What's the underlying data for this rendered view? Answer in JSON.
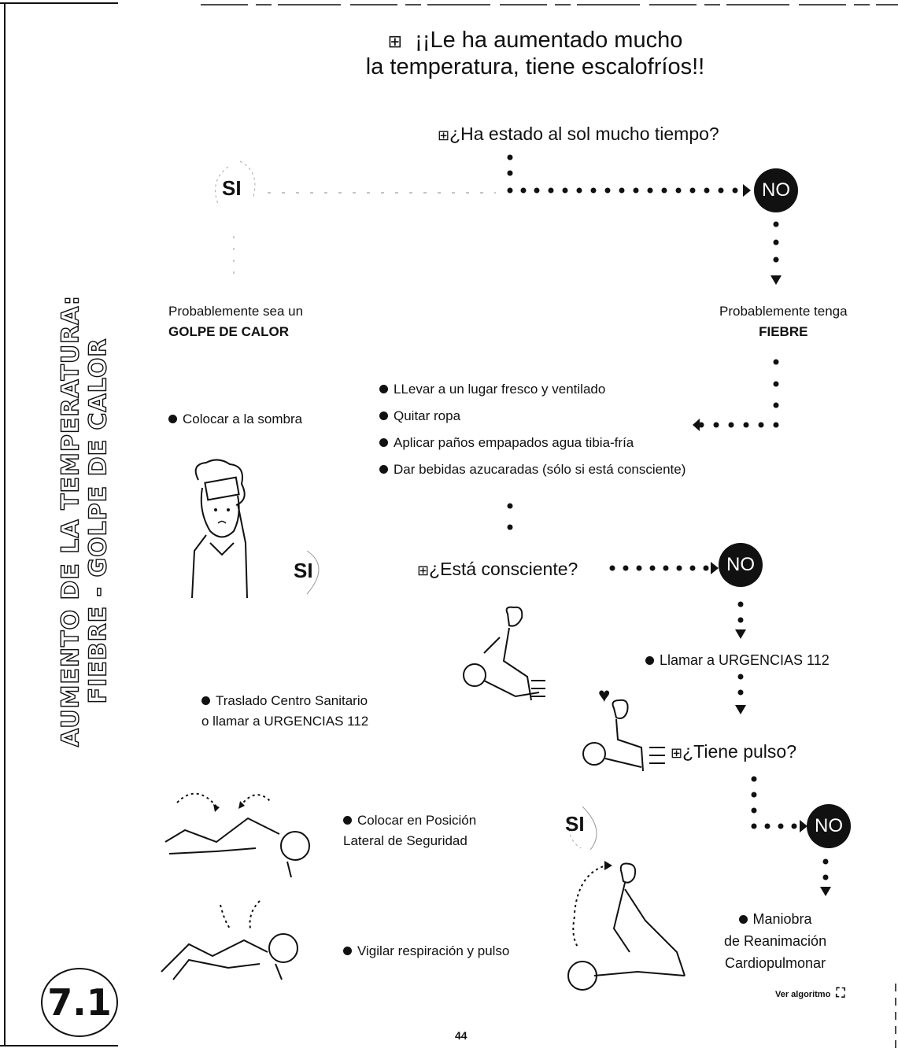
{
  "title": {
    "line1": "¡¡Le ha aumentado mucho",
    "line2": "la temperatura, tiene escalofríos!!"
  },
  "side_title": {
    "line1": "AUMENTO DE LA TEMPERATURA:",
    "line2": "FIEBRE - GOLPE DE CALOR"
  },
  "section_number": "7.1",
  "page_number": "44",
  "q1": {
    "text": "¿Ha estado al sol mucho tiempo?",
    "yes": "SI",
    "no": "NO"
  },
  "left_diagnosis": {
    "line1": "Probablemente sea un",
    "line2": "GOLPE DE CALOR"
  },
  "right_diagnosis": {
    "line1": "Probablemente tenga",
    "line2": "FIEBRE"
  },
  "left_action": "Colocar a la sombra",
  "actions": [
    "LLevar a un lugar fresco y ventilado",
    "Quitar ropa",
    "Aplicar paños empapados agua tibia-fría",
    "Dar bebidas azucaradas (sólo si está consciente)"
  ],
  "q2": {
    "text": "¿Está consciente?",
    "yes": "SI",
    "no": "NO"
  },
  "call_emergency": "Llamar a  URGENCIAS 112",
  "transfer": {
    "line1": "Traslado Centro Sanitario",
    "line2": "o llamar a URGENCIAS 112"
  },
  "q3": {
    "text": "¿Tiene pulso?",
    "yes": "SI",
    "no": "NO"
  },
  "recovery_position": {
    "line1": "Colocar en Posición",
    "line2": "Lateral de Seguridad"
  },
  "monitor": "Vigilar respiración y pulso",
  "cpr": {
    "line1": "Maniobra",
    "line2": "de Reanimación",
    "line3": "Cardiopulmonar"
  },
  "see_algorithm": "Ver algoritmo",
  "icons": [
    "warning-icon",
    "person-forehead-icon",
    "check-responsiveness-icon",
    "heart-icon",
    "pulse-check-icon",
    "recovery-position-icon",
    "lying-person-icon",
    "cpr-icon"
  ]
}
